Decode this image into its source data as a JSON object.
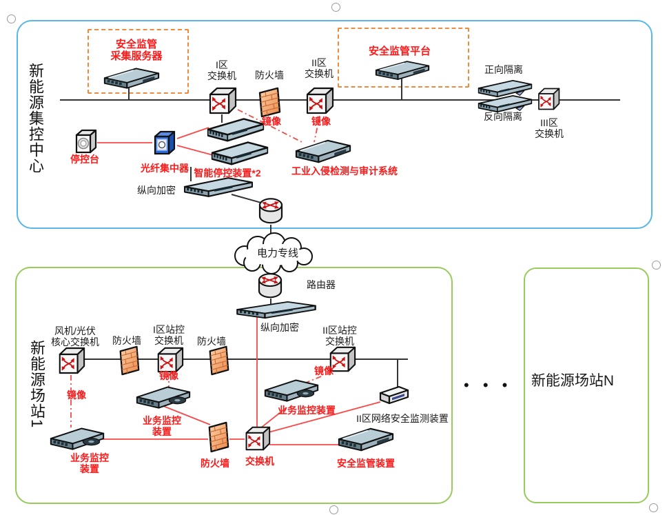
{
  "regions": {
    "control_center": {
      "title": "新能源集控中心"
    },
    "station1": {
      "title": "新能源场站1"
    },
    "stationN": {
      "title": "新能源场站N"
    },
    "ellipsis": "• • •"
  },
  "colors": {
    "blue_border": "#57b7e8",
    "green_border": "#97cb5c",
    "orange_dash": "#ed8a3c",
    "red_line": "#f84848",
    "red_text": "#fb1a1a",
    "black_line": "#333333"
  },
  "top": {
    "collector_box": {
      "line1": "安全监管",
      "line2": "采集服务器"
    },
    "platform_box": {
      "label": "安全监管平台"
    },
    "zone1_switch": {
      "line1": "I区",
      "line2": "交换机"
    },
    "firewall": "防火墙",
    "zone2_switch": {
      "line1": "II区",
      "line2": "交换机"
    },
    "mirror": "镜像",
    "forward_isolation": "正向隔离",
    "reverse_isolation": "反向隔离",
    "zone3_switch": {
      "line1": "III区",
      "line2": "交换机"
    },
    "console": "停控台",
    "fiber_concentrator": "光纤集中器",
    "smart_stop_device": "智能停控装置*2",
    "ids_system": "工业入侵检测与审计系统",
    "vertical_encryption": "纵向加密",
    "wan_cloud": "电力专线"
  },
  "bottom": {
    "router": "路由器",
    "vertical_encryption": "纵向加密",
    "core_switch": {
      "line1": "风机/光伏",
      "line2": "核心交换机"
    },
    "firewall": "防火墙",
    "zone1_station_switch": {
      "line1": "I区站控",
      "line2": "交换机"
    },
    "zone2_station_switch": {
      "line1": "II区站控",
      "line2": "交换机"
    },
    "mirror": "镜像",
    "biz_monitor_2line": {
      "line1": "业务监控",
      "line2": "装置"
    },
    "biz_monitor_1line": "业务监控装置",
    "lan_switch": "交换机",
    "security_device": "安全监管装置",
    "zone2_net_monitor": "II区网络安全监测装置"
  }
}
